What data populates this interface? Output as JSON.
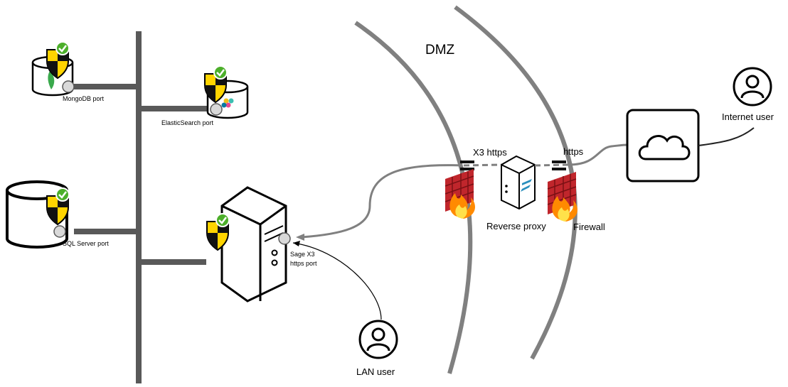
{
  "zones": {
    "dmz_label": "DMZ"
  },
  "ports": {
    "mongodb": "MongoDB port",
    "elasticsearch": "ElasticSearch port",
    "sqlserver": "SQL Server port",
    "sagex3_line1": "Sage X3",
    "sagex3_line2": "https port"
  },
  "links": {
    "x3_https": "X3 https",
    "https": "https"
  },
  "nodes": {
    "reverse_proxy": "Reverse proxy",
    "firewall": "Firewall",
    "internet_user": "Internet user",
    "lan_user": "LAN user"
  },
  "icons": {
    "shield": "security-shield-icon",
    "database": "database-icon",
    "server": "server-icon",
    "firewall": "firewall-icon",
    "cloud": "cloud-icon",
    "user": "user-icon"
  },
  "colors": {
    "bus": "#595959",
    "curve": "#808080",
    "brick": "#c0262c",
    "flame": "#ff8a00",
    "check": "#4caf2a",
    "shield_yellow": "#ffd400",
    "proxy_arrow": "#2a8fbd"
  }
}
